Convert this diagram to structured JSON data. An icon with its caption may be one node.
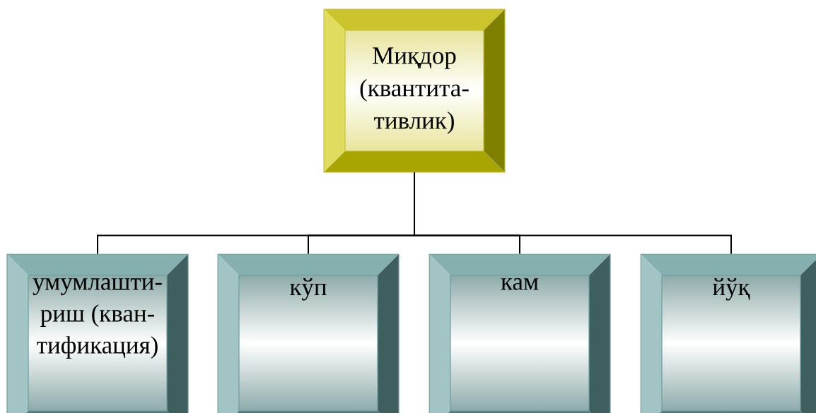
{
  "diagram": {
    "nodes": [
      {
        "text": [
          "Миқдор (квантита- тивлик)"
        ]
      },
      {
        "text": [
          "умумлашти- риш (кван- тификация)"
        ]
      },
      {
        "text": [
          "кўп"
        ]
      },
      {
        "text": [
          "кам"
        ]
      },
      {
        "text": [
          "йўқ"
        ]
      }
    ],
    "edges": [
      {
        "from": 0,
        "to": 1,
        "arrow": "none"
      },
      {
        "from": 0,
        "to": 2,
        "arrow": "none"
      },
      {
        "from": 0,
        "to": 3,
        "arrow": "none"
      },
      {
        "from": 0,
        "to": 4,
        "arrow": "none"
      }
    ]
  }
}
